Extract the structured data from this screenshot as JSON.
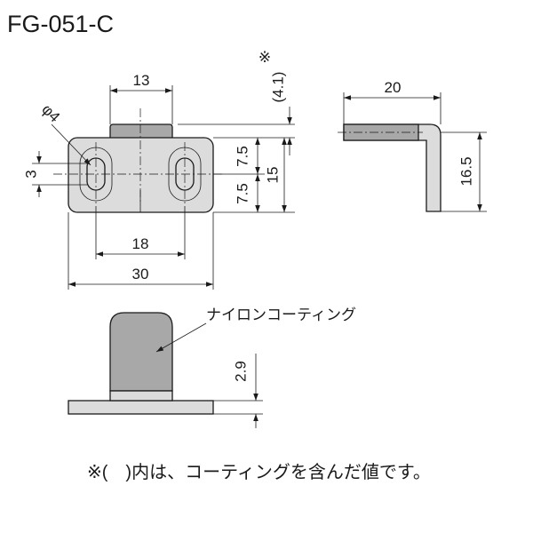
{
  "title": "FG-051-C",
  "dimensions": {
    "width_13": "13",
    "coating_41": "(4.1)",
    "coating_mark": "※",
    "hole_dia": "φ4",
    "slot_3": "3",
    "half_75_top": "7.5",
    "half_75_bottom": "7.5",
    "height_15": "15",
    "pitch_18": "18",
    "width_30": "30",
    "side_20": "20",
    "side_165": "16.5",
    "base_29": "2.9"
  },
  "callout": "ナイロンコーティング",
  "footnote": "※(　)内は、コーティングを含んだ値です。",
  "colors": {
    "part_fill": "#dcdcdc",
    "coating_fill": "#a8a8a8",
    "line": "#1a1a1a"
  }
}
